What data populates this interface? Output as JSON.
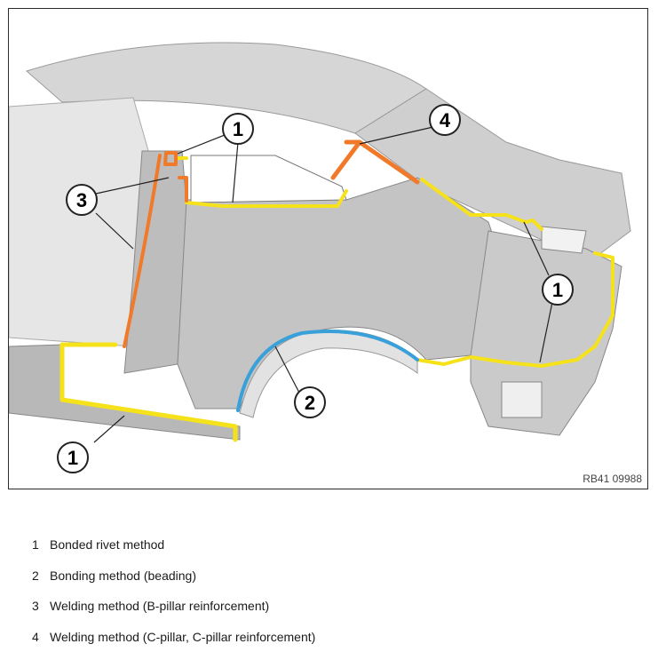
{
  "figure": {
    "reference": "RB41 09988",
    "callouts": [
      "1",
      "2",
      "3",
      "4"
    ]
  },
  "legend": [
    {
      "num": "1",
      "text": "Bonded rivet method"
    },
    {
      "num": "2",
      "text": "Bonding method (beading)"
    },
    {
      "num": "3",
      "text": "Welding method (B-pillar reinforcement)"
    },
    {
      "num": "4",
      "text": "Welding method (C-pillar, C-pillar reinforcement)"
    }
  ],
  "colors": {
    "bonded_rivet": "#f6e21a",
    "bonding_beading": "#3aa0da",
    "welding": "#f07a2a"
  }
}
